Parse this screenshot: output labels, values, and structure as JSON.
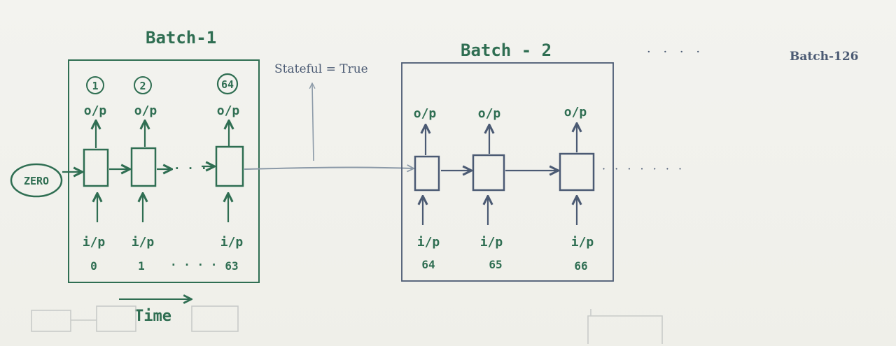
{
  "colors": {
    "ink_green": "#2f6e52",
    "ink_blue": "#4b5a73",
    "ink_grey": "#9aa0a6",
    "paper": "#f3f3ef"
  },
  "zero_label": "ZERO",
  "batch1": {
    "title": "Batch-1",
    "step_numbers": [
      "1",
      "2",
      "64"
    ],
    "outputs": [
      "o/p",
      "o/p",
      "o/p"
    ],
    "inputs": [
      "i/p",
      "i/p",
      "i/p"
    ],
    "input_indices": [
      "0",
      "1",
      "63"
    ],
    "ellipsis": "· · · ·",
    "rnn_ellipsis": "· · ·"
  },
  "stateful_note": "Stateful = True",
  "time_label": "Time",
  "batch2": {
    "title": "Batch - 2",
    "outputs": [
      "o/p",
      "o/p",
      "o/p"
    ],
    "inputs": [
      "i/p",
      "i/p",
      "i/p"
    ],
    "input_indices": [
      "64",
      "65",
      "66"
    ]
  },
  "top_dots": "· · · ·",
  "right_dots": "· · · · · · ·",
  "last_batch_label": "Batch-126"
}
